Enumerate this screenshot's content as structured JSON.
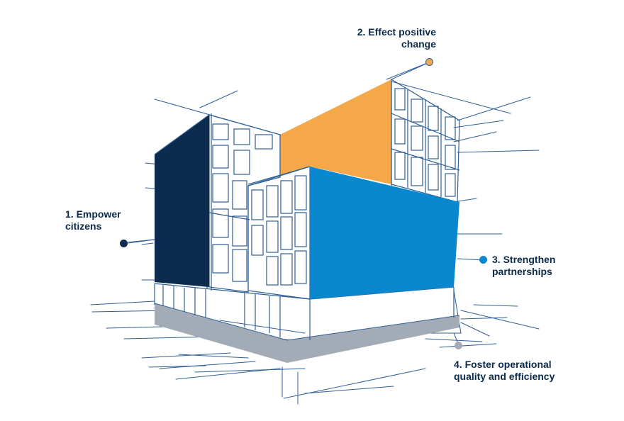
{
  "goals": [
    {
      "id": "empower-citizens",
      "line1": "1. Empower",
      "line2": "citizens",
      "color": "#0d2b4e"
    },
    {
      "id": "effect-positive-change",
      "line1": "2. Effect positive",
      "line2": "change",
      "color": "#f5a84a"
    },
    {
      "id": "strengthen-partnerships",
      "line1": "3. Strengthen",
      "line2": "partnerships",
      "color": "#0a88cf"
    },
    {
      "id": "foster-operational-quality",
      "line1": "4. Foster operational",
      "line2": "quality and efficiency",
      "color": "#a3acb6"
    }
  ],
  "sketch_color": "#2f5f95"
}
